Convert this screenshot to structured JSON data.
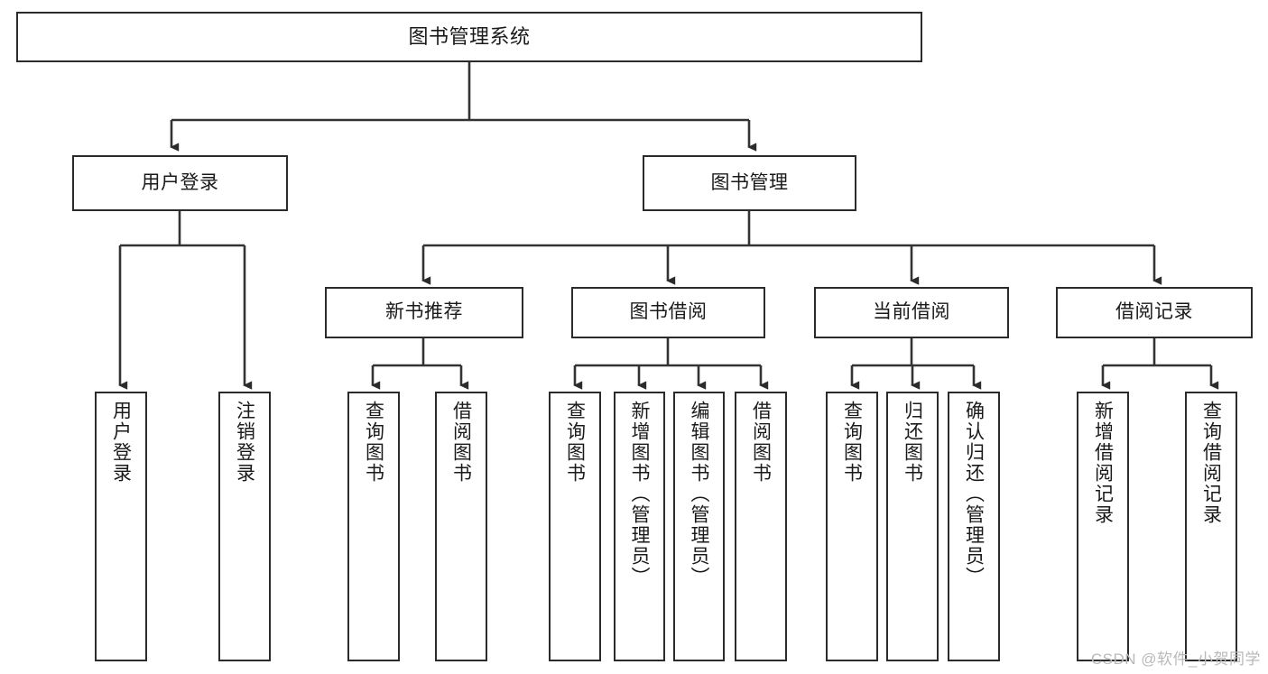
{
  "diagram": {
    "title": "图书管理系统",
    "type": "tree-hierarchy",
    "watermark": "CSDN @软件_小贺同学",
    "colors": {
      "box_border": "#2b2b2b",
      "box_fill": "#ffffff",
      "connector": "#333333",
      "text": "#1a1a1a",
      "watermark": "#b9b9b9"
    },
    "root": {
      "label": "图书管理系统"
    },
    "level1": [
      {
        "label": "用户登录"
      },
      {
        "label": "图书管理"
      }
    ],
    "level2": [
      {
        "label": "新书推荐"
      },
      {
        "label": "图书借阅"
      },
      {
        "label": "当前借阅"
      },
      {
        "label": "借阅记录"
      }
    ],
    "leaves_user_login": [
      {
        "label": "用户登录"
      },
      {
        "label": "注销登录"
      }
    ],
    "leaves_new_book": [
      {
        "label": "查询图书"
      },
      {
        "label": "借阅图书"
      }
    ],
    "leaves_borrow": [
      {
        "label": "查询图书"
      },
      {
        "label": "新增图书（管理员）"
      },
      {
        "label": "编辑图书（管理员）"
      },
      {
        "label": "借阅图书"
      }
    ],
    "leaves_current": [
      {
        "label": "查询图书"
      },
      {
        "label": "归还图书"
      },
      {
        "label": "确认归还（管理员）"
      }
    ],
    "leaves_records": [
      {
        "label": "新增借阅记录"
      },
      {
        "label": "查询借阅记录"
      }
    ]
  }
}
